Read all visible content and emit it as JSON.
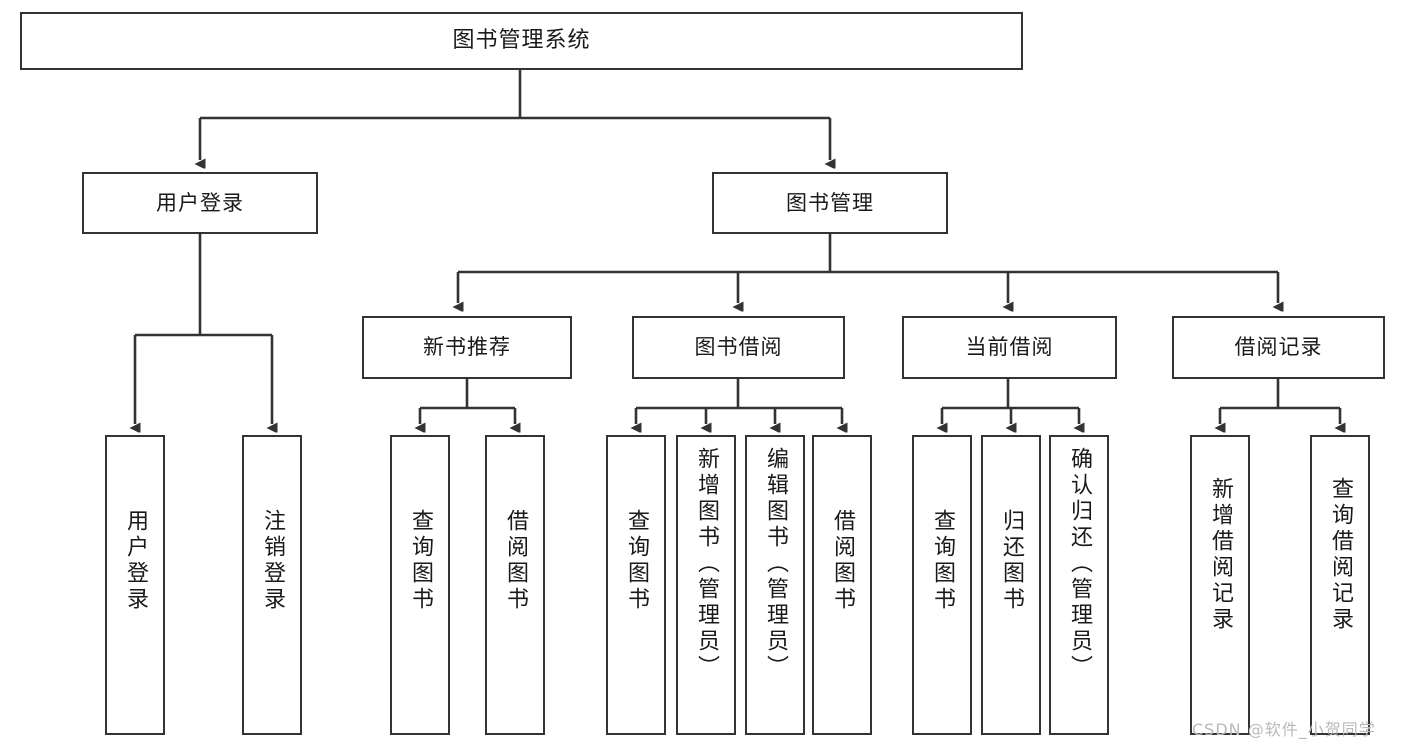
{
  "diagram": {
    "title": "图书管理系统",
    "type": "tree-hierarchy-chart",
    "orientation": "top-down",
    "colors": {
      "node_border": "#333333",
      "node_fill": "#ffffff",
      "edge": "#333333",
      "text": "#1a1a1a",
      "watermark": "#b9b9b9",
      "background": "#ffffff"
    },
    "nodes": {
      "root": {
        "label": "图书管理系统",
        "level": 1
      },
      "user_login": {
        "label": "用户登录",
        "level": 2
      },
      "book_manage": {
        "label": "图书管理",
        "level": 2
      },
      "new_book_rec": {
        "label": "新书推荐",
        "level": 3
      },
      "book_borrow": {
        "label": "图书借阅",
        "level": 3
      },
      "current_borrow": {
        "label": "当前借阅",
        "level": 3
      },
      "borrow_record": {
        "label": "借阅记录",
        "level": 3
      },
      "leaf_user_login": {
        "label": "用户登录",
        "level": 4
      },
      "leaf_logout": {
        "label": "注销登录",
        "level": 4
      },
      "leaf_query_book_1": {
        "label": "查询图书",
        "level": 4
      },
      "leaf_borrow_book_1": {
        "label": "借阅图书",
        "level": 4
      },
      "leaf_query_book_2": {
        "label": "查询图书",
        "level": 4
      },
      "leaf_add_book": {
        "label": "新增图书（管理员）",
        "level": 4
      },
      "leaf_edit_book": {
        "label": "编辑图书（管理员）",
        "level": 4
      },
      "leaf_borrow_book_2": {
        "label": "借阅图书",
        "level": 4
      },
      "leaf_query_book_3": {
        "label": "查询图书",
        "level": 4
      },
      "leaf_return_book": {
        "label": "归还图书",
        "level": 4
      },
      "leaf_confirm_return": {
        "label": "确认归还（管理员）",
        "level": 4
      },
      "leaf_add_record": {
        "label": "新增借阅记录",
        "level": 4
      },
      "leaf_query_record": {
        "label": "查询借阅记录",
        "level": 4
      }
    },
    "edges": [
      {
        "from": "root",
        "to": "user_login"
      },
      {
        "from": "root",
        "to": "book_manage"
      },
      {
        "from": "book_manage",
        "to": "new_book_rec"
      },
      {
        "from": "book_manage",
        "to": "book_borrow"
      },
      {
        "from": "book_manage",
        "to": "current_borrow"
      },
      {
        "from": "book_manage",
        "to": "borrow_record"
      },
      {
        "from": "user_login",
        "to": "leaf_user_login"
      },
      {
        "from": "user_login",
        "to": "leaf_logout"
      },
      {
        "from": "new_book_rec",
        "to": "leaf_query_book_1"
      },
      {
        "from": "new_book_rec",
        "to": "leaf_borrow_book_1"
      },
      {
        "from": "book_borrow",
        "to": "leaf_query_book_2"
      },
      {
        "from": "book_borrow",
        "to": "leaf_add_book"
      },
      {
        "from": "book_borrow",
        "to": "leaf_edit_book"
      },
      {
        "from": "book_borrow",
        "to": "leaf_borrow_book_2"
      },
      {
        "from": "current_borrow",
        "to": "leaf_query_book_3"
      },
      {
        "from": "current_borrow",
        "to": "leaf_return_book"
      },
      {
        "from": "current_borrow",
        "to": "leaf_confirm_return"
      },
      {
        "from": "borrow_record",
        "to": "leaf_add_record"
      },
      {
        "from": "borrow_record",
        "to": "leaf_query_record"
      }
    ]
  },
  "watermark": {
    "text": "CSDN @软件_小贺同学"
  }
}
